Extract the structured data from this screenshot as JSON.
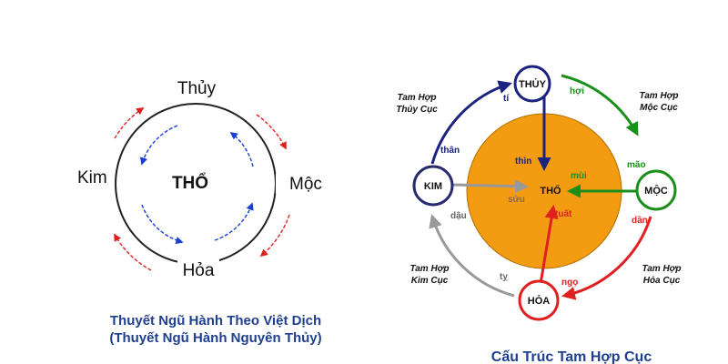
{
  "left_diagram": {
    "top": "Thủy",
    "right": "Mộc",
    "bottom": "Hỏa",
    "left": "Kim",
    "center": "THỔ",
    "caption_line1": "Thuyết Ngũ Hành Theo Việt Dịch",
    "caption_line2": "(Thuyết Ngũ Hành Nguyên Thủy)"
  },
  "right_diagram": {
    "nodes": {
      "thuy": "THỦY",
      "moc": "MỘC",
      "hoa": "HỎA",
      "kim": "KIM",
      "tho": "THỔ"
    },
    "branches": {
      "ti": "tí",
      "hoi": "hợi",
      "mao": "mão",
      "dan": "dần",
      "ngo": "ngọ",
      "ty": "tỵ",
      "dau": "dậu",
      "than": "thân",
      "thin": "thìn",
      "mui": "mùi",
      "suu": "sửu",
      "tuat": "tuất"
    },
    "tam_hop": {
      "thuy_1": "Tam Hợp",
      "thuy_2": "Thủy Cục",
      "moc_1": "Tam Hợp",
      "moc_2": "Mộc Cục",
      "hoa_1": "Tam Hợp",
      "hoa_2": "Hỏa Cục",
      "kim_1": "Tam Hợp",
      "kim_2": "Kim Cục"
    },
    "caption": "Cấu Trúc Tam Hợp Cục"
  },
  "colors": {
    "water": "#1a237e",
    "wood": "#1a8f1a",
    "fire": "#e02020",
    "metal": "#999999",
    "earth": "#f39c12",
    "caption": "#1f3f8f"
  }
}
